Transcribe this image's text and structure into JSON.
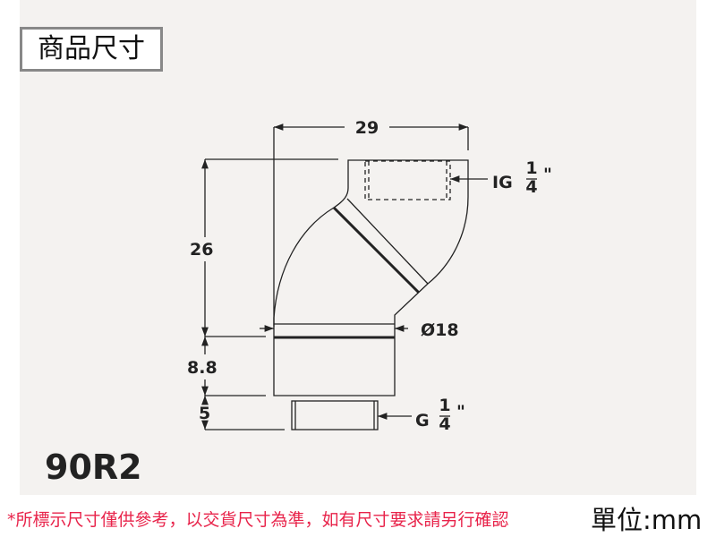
{
  "title": "商品尺寸",
  "model": "90R2",
  "dimensions": {
    "width": "29",
    "height": "26",
    "body_height": "8.8",
    "thread_length": "5",
    "diameter": "Ø18",
    "top_thread": "IG",
    "bottom_thread": "G",
    "fraction_num": "1",
    "fraction_den": "4",
    "inch_mark": "\""
  },
  "footer": {
    "note": "*所標示尺寸僅供參考，以交貨尺寸為準，如有尺寸要求請另行確認",
    "unit": "單位:mm"
  }
}
